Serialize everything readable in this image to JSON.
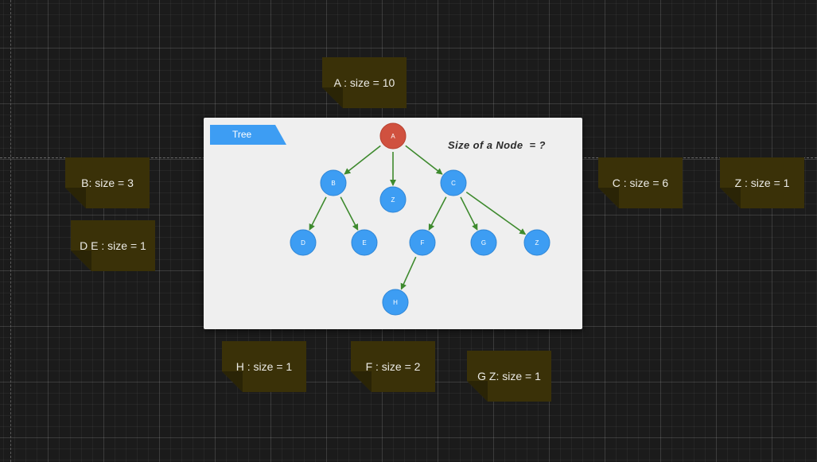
{
  "diagram": {
    "tag_label": "Tree",
    "question": "Size of a Node  = ?",
    "node_color_root": "#d0513f",
    "node_color_child": "#3d9df3",
    "edge_color": "#3e8a2e",
    "nodes": [
      {
        "id": "A",
        "label": "A"
      },
      {
        "id": "B",
        "label": "B"
      },
      {
        "id": "Z1",
        "label": "Z"
      },
      {
        "id": "C",
        "label": "C"
      },
      {
        "id": "D",
        "label": "D"
      },
      {
        "id": "E",
        "label": "E"
      },
      {
        "id": "F",
        "label": "F"
      },
      {
        "id": "G",
        "label": "G"
      },
      {
        "id": "Z2",
        "label": "Z"
      },
      {
        "id": "H",
        "label": "H"
      }
    ],
    "edges": [
      {
        "from": "A",
        "to": "B"
      },
      {
        "from": "A",
        "to": "Z1"
      },
      {
        "from": "A",
        "to": "C"
      },
      {
        "from": "B",
        "to": "D"
      },
      {
        "from": "B",
        "to": "E"
      },
      {
        "from": "C",
        "to": "F"
      },
      {
        "from": "C",
        "to": "G"
      },
      {
        "from": "C",
        "to": "Z2"
      },
      {
        "from": "F",
        "to": "H"
      }
    ]
  },
  "notes": {
    "a": "A : size = 10",
    "b": "B: size = 3",
    "de": "D E : size = 1",
    "c": "C : size = 6",
    "z": "Z : size = 1",
    "h": "H : size = 1",
    "f": "F : size = 2",
    "gz": "G Z: size = 1"
  }
}
